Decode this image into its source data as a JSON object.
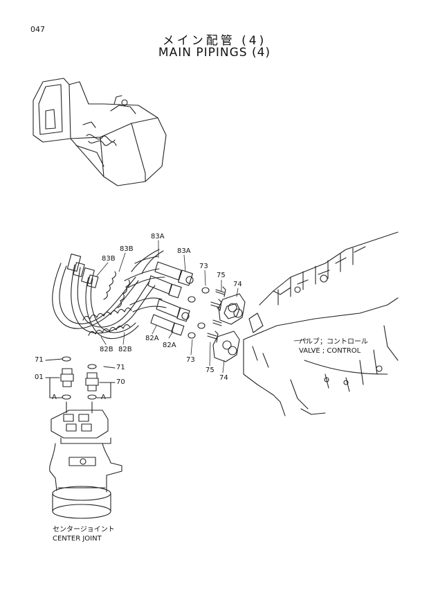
{
  "page_number": "047",
  "title_jp": "メイン配管 (4)",
  "title_en": "MAIN PIPINGS (4)",
  "valve_caption": {
    "jp": "バルブ；コントロール",
    "en": "VALVE ; CONTROL"
  },
  "center_joint_caption": {
    "jp": "センタージョイント",
    "en": "CENTER JOINT"
  },
  "labels": {
    "l83A_top": "83A",
    "l83A_right": "83A",
    "l83B_left": "83B",
    "l83B_right": "83B",
    "l73_top": "73",
    "l75_top": "75",
    "l74_top": "74",
    "l82B_left": "82B",
    "l82B_right": "82B",
    "l82A_left": "82A",
    "l82A_right": "82A",
    "l73_bottom": "73",
    "l75_bottom": "75",
    "l74_bottom": "74",
    "l71_left": "71",
    "l71_right": "71",
    "l01": "01",
    "l70": "70",
    "lA_left": "A",
    "lA_right": "A"
  }
}
